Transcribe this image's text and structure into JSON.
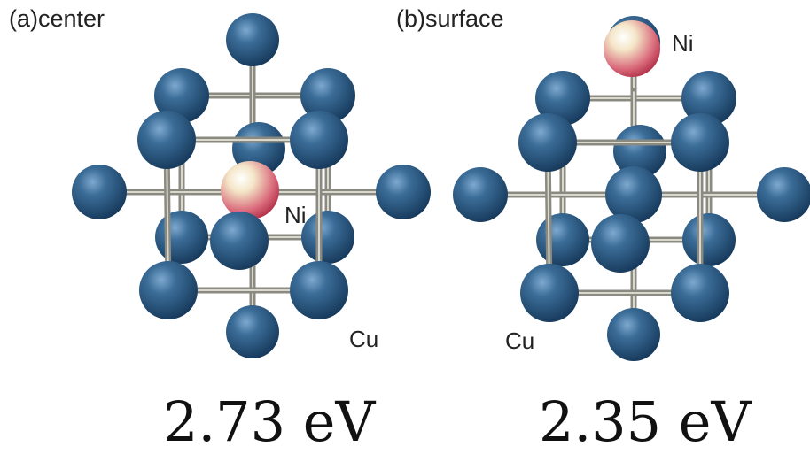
{
  "panels": [
    {
      "title": "(a)center",
      "impurity_label": "Ni",
      "host_label": "Cu",
      "energy": "2.73 eV"
    },
    {
      "title": "(b)surface",
      "impurity_label": "Ni",
      "host_label": "Cu",
      "energy": "2.35 eV"
    }
  ],
  "colors": {
    "cu_atom": "#2a5a86",
    "ni_atom": "#d04a5e",
    "bond": "#8a8a80"
  }
}
